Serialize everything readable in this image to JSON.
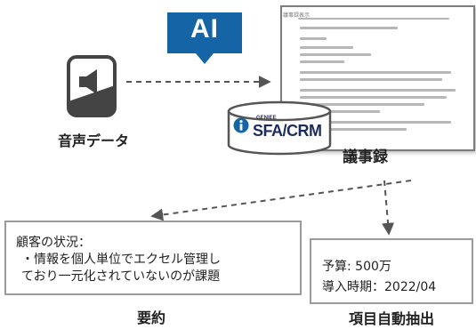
{
  "audio": {
    "label": "音声データ",
    "icon": "audio-file-icon"
  },
  "ai_badge": {
    "label": "AI",
    "color": "#1565a6"
  },
  "document": {
    "header": "議事録表示"
  },
  "crm": {
    "brand_small": "GENIEE",
    "brand": "SFA/CRM",
    "accent": "#1c2c5b"
  },
  "minutes": {
    "label": "議事録"
  },
  "summary": {
    "title": "顧客の状況：",
    "body": "・情報を個人単位でエクセル管理し\nており一元化されていないのが課題",
    "label": "要約"
  },
  "extraction": {
    "line1": "予算: 500万",
    "line2": "導入時期：2022/04",
    "label": "項目自動抽出"
  }
}
